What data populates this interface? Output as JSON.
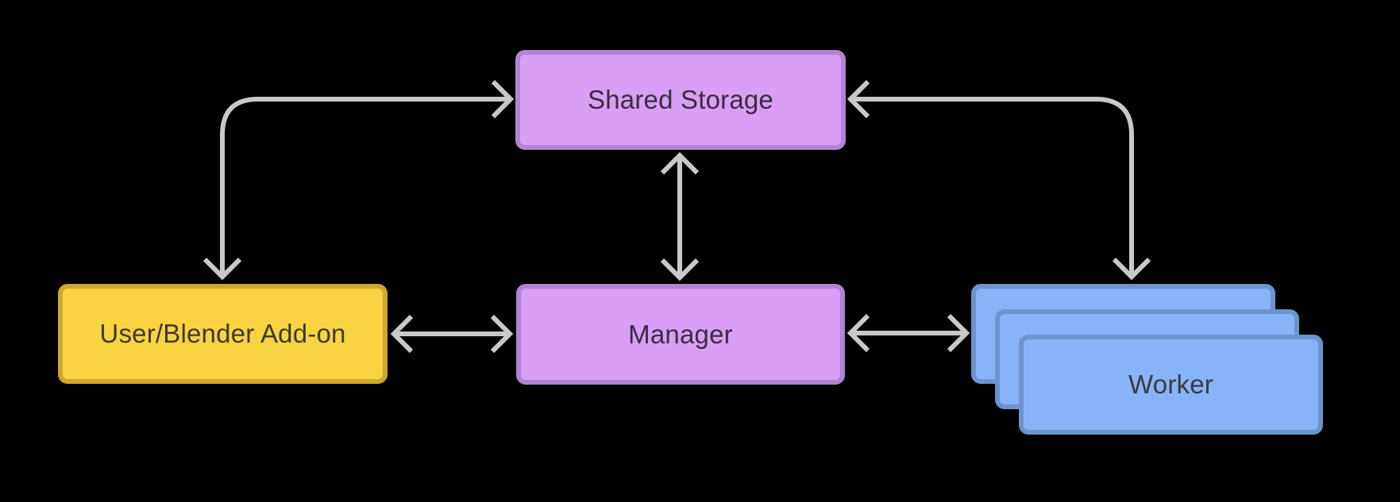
{
  "diagram": {
    "background": "#000000",
    "arrow_color": "#c9c9c9",
    "nodes": {
      "shared_storage": {
        "label": "Shared Storage",
        "fill": "#d99ef5",
        "border": "#b183d3",
        "text_color": "#372e40"
      },
      "manager": {
        "label": "Manager",
        "fill": "#d99ef5",
        "border": "#b183d3",
        "text_color": "#372e40"
      },
      "user_addon": {
        "label": "User/Blender Add-on",
        "fill": "#fad342",
        "border": "#d0a62c",
        "text_color": "#3d3a31"
      },
      "worker": {
        "label": "Worker",
        "fill": "#87b4f8",
        "border": "#6c94ce",
        "text_color": "#363b42",
        "stack_count": 3
      }
    },
    "edges": [
      {
        "from": "user_addon",
        "to": "shared_storage",
        "bidirectional": true,
        "style": "elbow"
      },
      {
        "from": "shared_storage",
        "to": "worker",
        "bidirectional": true,
        "style": "elbow"
      },
      {
        "from": "shared_storage",
        "to": "manager",
        "bidirectional": true,
        "style": "straight"
      },
      {
        "from": "user_addon",
        "to": "manager",
        "bidirectional": true,
        "style": "straight"
      },
      {
        "from": "manager",
        "to": "worker",
        "bidirectional": true,
        "style": "straight"
      }
    ]
  }
}
